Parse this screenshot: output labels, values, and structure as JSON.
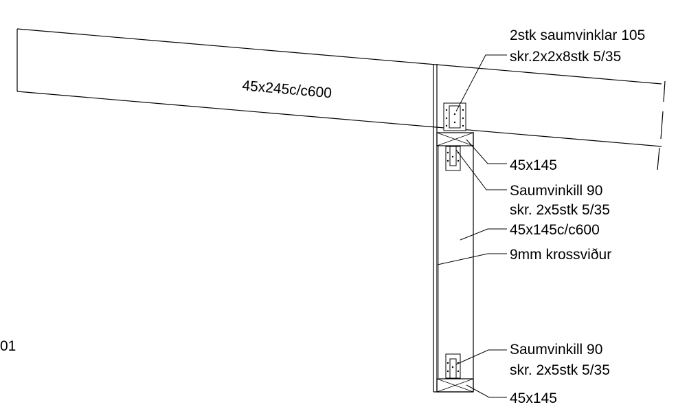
{
  "rafter": {
    "label": "45x245c/c600"
  },
  "detail_number": "01",
  "notes": {
    "top_bracket_line1": "2stk saumvinklar 105",
    "top_bracket_line2": "skr.2x2x8stk 5/35",
    "top_plate": "45x145",
    "upper_bracket_line1": "Saumvinkill 90",
    "upper_bracket_line2": "skr. 2x5stk 5/35",
    "stud": "45x145c/c600",
    "sheathing": "9mm krossviður",
    "lower_bracket_line1": "Saumvinkill 90",
    "lower_bracket_line2": "skr. 2x5stk 5/35",
    "bottom_plate": "45x145"
  },
  "colors": {
    "line": "#000000",
    "background": "#ffffff"
  }
}
